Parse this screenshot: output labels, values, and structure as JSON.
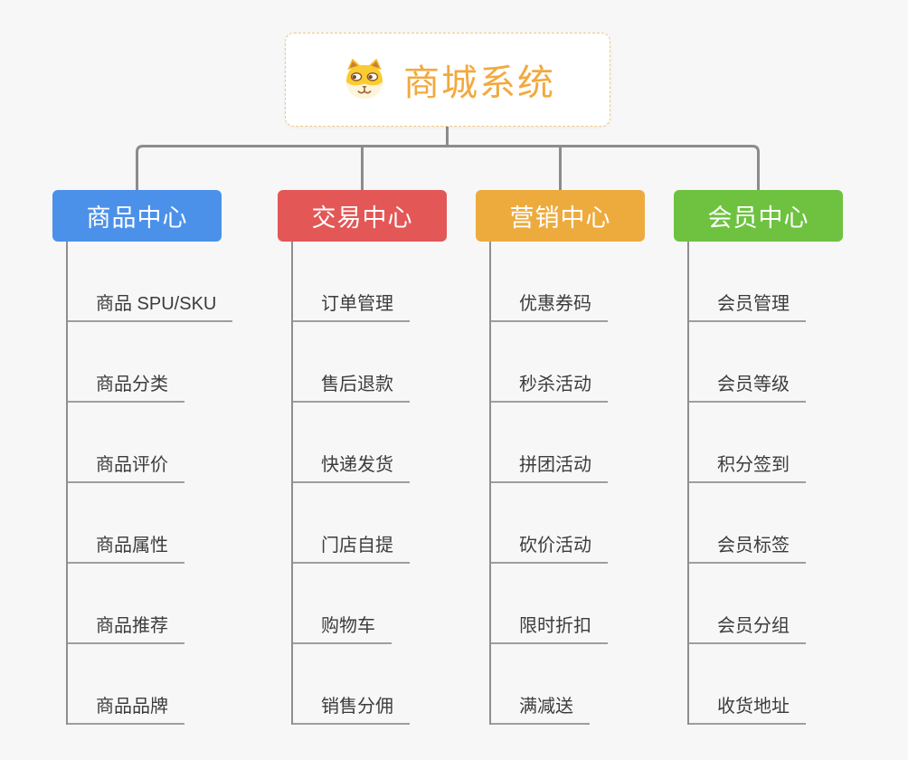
{
  "root": {
    "title": "商城系统",
    "icon": "dog-face-icon",
    "title_color": "#F2A93E",
    "border_color": "#F0C882"
  },
  "colors": {
    "background": "#F7F7F7",
    "connector_line": "#8C8C8C",
    "leaf_line": "#9E9E9E",
    "leaf_text": "#3C3C3C"
  },
  "branches": [
    {
      "label": "商品中心",
      "color": "#4B91EA",
      "children": [
        "商品 SPU/SKU",
        "商品分类",
        "商品评价",
        "商品属性",
        "商品推荐",
        "商品品牌"
      ]
    },
    {
      "label": "交易中心",
      "color": "#E35757",
      "children": [
        "订单管理",
        "售后退款",
        "快递发货",
        "门店自提",
        "购物车",
        "销售分佣"
      ]
    },
    {
      "label": "营销中心",
      "color": "#EEAB3D",
      "children": [
        "优惠券码",
        "秒杀活动",
        "拼团活动",
        "砍价活动",
        "限时折扣",
        "满减送"
      ]
    },
    {
      "label": "会员中心",
      "color": "#6EC240",
      "children": [
        "会员管理",
        "会员等级",
        "积分签到",
        "会员标签",
        "会员分组",
        "收货地址"
      ]
    }
  ]
}
